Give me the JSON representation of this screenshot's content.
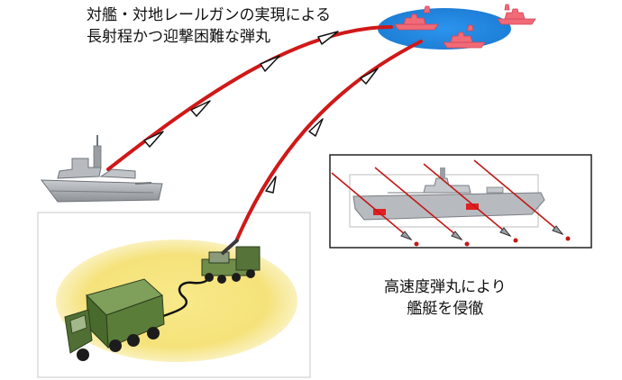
{
  "title": {
    "line1": "対艦・対地レールガンの実現による",
    "line2": "長射程かつ迎撃困難な弾丸"
  },
  "effect_caption": {
    "line1": "高速度弾丸により",
    "line2": "艦艇を侵徹"
  },
  "colors": {
    "trajectory": "#d01818",
    "target_area": "#1e88e5",
    "target_ships": "#f06a78",
    "ground_area": "#f5e27a",
    "truck_green": "#5a7d3a",
    "ship_gray": "#a8acb0",
    "hull_damage": "#e02020"
  },
  "icons": {
    "destroyer": "warship-icon",
    "launcher": "railgun-truck-icon",
    "power_truck": "power-truck-icon",
    "targets": "enemy-fleet-icon"
  }
}
